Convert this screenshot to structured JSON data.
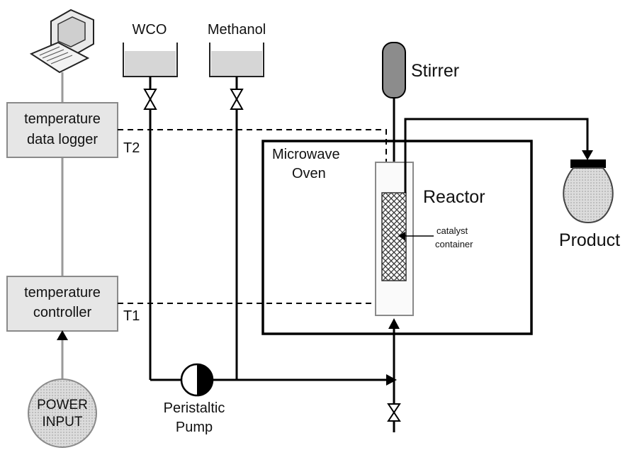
{
  "labels": {
    "wco": "WCO",
    "methanol": "Methanol",
    "stirrer": "Stirrer",
    "logger_line1": "temperature",
    "logger_line2": "data logger",
    "controller_line1": "temperature",
    "controller_line2": "controller",
    "t2": "T2",
    "t1": "T1",
    "oven_line1": "Microwave",
    "oven_line2": "Oven",
    "reactor": "Reactor",
    "catalyst_line1": "catalyst",
    "catalyst_line2": "container",
    "product": "Product",
    "pump_line1": "Peristaltic",
    "pump_line2": "Pump",
    "power_line1": "POWER",
    "power_line2": "INPUT"
  },
  "icons": {
    "computer": "computer-icon",
    "valve": "valve-icon",
    "pump": "pump-icon"
  },
  "colors": {
    "box_fill": "#e6e6e6",
    "liquid_fill": "#d6d6d6",
    "stirrer_fill": "#8c8c8c",
    "line": "#000000",
    "connector": "#9a9a9a"
  }
}
